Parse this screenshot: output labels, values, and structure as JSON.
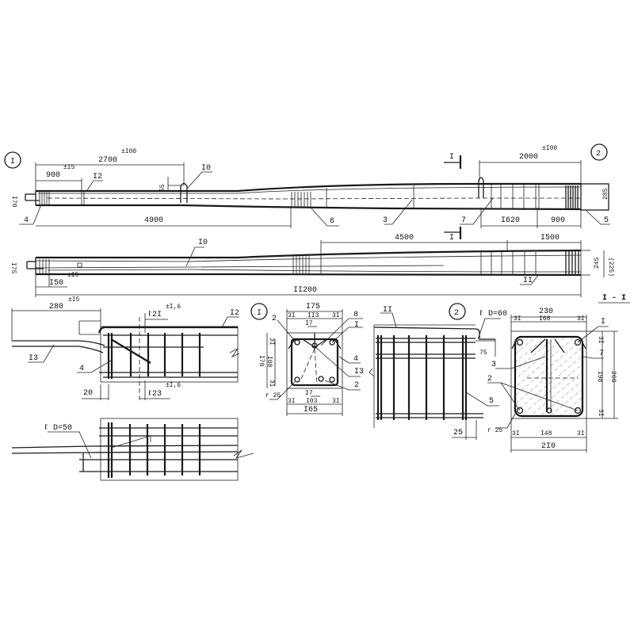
{
  "markers": {
    "node1": "I",
    "node2": "2",
    "section_mark": "I",
    "section_title": "I - I"
  },
  "elevation_top": {
    "dims": {
      "d2700": "2700",
      "d2700_tol": "±I00",
      "d900": "900",
      "d900_tol": "±I5",
      "d4900": "4900",
      "d2000": "2000",
      "d2000_tol": "±I00",
      "d1620": "I620",
      "d900r": "900",
      "h170": "I70",
      "h55": "55",
      "h285": "285"
    },
    "positions": {
      "p10": "I0",
      "p12": "I2",
      "p4": "4",
      "p6": "6",
      "p3": "3",
      "p7": "7",
      "p5": "5"
    }
  },
  "elevation_bottom": {
    "dims": {
      "d4500": "4500",
      "d1500": "I500",
      "d11200": "II200",
      "h175": "I75",
      "d150": "I50",
      "d150_tol": "±I5",
      "h245": "245",
      "h225": "(225)"
    },
    "positions": {
      "p10": "I0",
      "p11": "II"
    }
  },
  "detail_1": {
    "dims": {
      "d280": "280",
      "d280_tol": "±I5",
      "l21": "ℓ2I",
      "l21_tol": "±I,6",
      "l23": "ℓ23",
      "l23_tol": "±I,6",
      "d20": "20"
    },
    "positions": {
      "p12": "I2",
      "p13": "I3",
      "p4": "4"
    }
  },
  "detail_1_plan": {
    "dims": {
      "d50": "ℓ D=50"
    }
  },
  "section_1": {
    "dims": {
      "w175": "I75",
      "w113": "II3",
      "c31a": "3I",
      "c31b": "3I",
      "w17": "I7",
      "h170": "I70",
      "h108": "I08",
      "h31a": "3I",
      "h31b": "3I",
      "w17b": "I7",
      "w103": "I03",
      "c31c": "3I",
      "c31d": "3I",
      "w165": "I65",
      "r25": "r 25"
    },
    "positions": {
      "p2": "2",
      "p8": "8",
      "p1": "I",
      "p4": "4",
      "p13": "I3",
      "p2b": "2"
    }
  },
  "detail_2": {
    "dims": {
      "d60": "ℓ D=60",
      "d75": "75",
      "d25": "25",
      "r25": "r 25"
    },
    "positions": {
      "p11": "II",
      "p5": "5"
    }
  },
  "section_I_I": {
    "dims": {
      "w230": "230",
      "c31a": "3I",
      "w168": "I68",
      "c31b": "3I",
      "h31a": "3I",
      "h198": "I98",
      "h260": "260",
      "h31b": "3I",
      "c31c": "3I",
      "w148": "I48",
      "c31d": "3I",
      "w210": "2I0"
    },
    "positions": {
      "p1": "I",
      "p3": "3",
      "p7": "7",
      "p2": "2"
    }
  }
}
